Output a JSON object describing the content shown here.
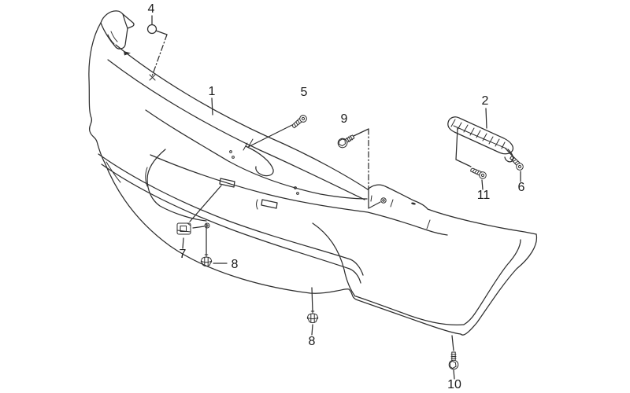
{
  "diagram": {
    "background_color": "#ffffff",
    "line_color": "#2e2e2e",
    "label_color": "#1a1a1a",
    "callouts": [
      {
        "label": "1",
        "icon": "bumper-face"
      },
      {
        "label": "2",
        "icon": "side-bracket"
      },
      {
        "label": "4",
        "icon": "grommet-circle"
      },
      {
        "label": "5",
        "icon": "tapping-screw"
      },
      {
        "label": "6",
        "icon": "tapping-screw"
      },
      {
        "label": "7",
        "icon": "clip-nut"
      },
      {
        "label": "8",
        "icon": "push-clip"
      },
      {
        "label": "8",
        "icon": "push-clip"
      },
      {
        "label": "9",
        "icon": "flange-bolt"
      },
      {
        "label": "10",
        "icon": "flange-bolt"
      },
      {
        "label": "11",
        "icon": "tapping-screw"
      }
    ]
  }
}
